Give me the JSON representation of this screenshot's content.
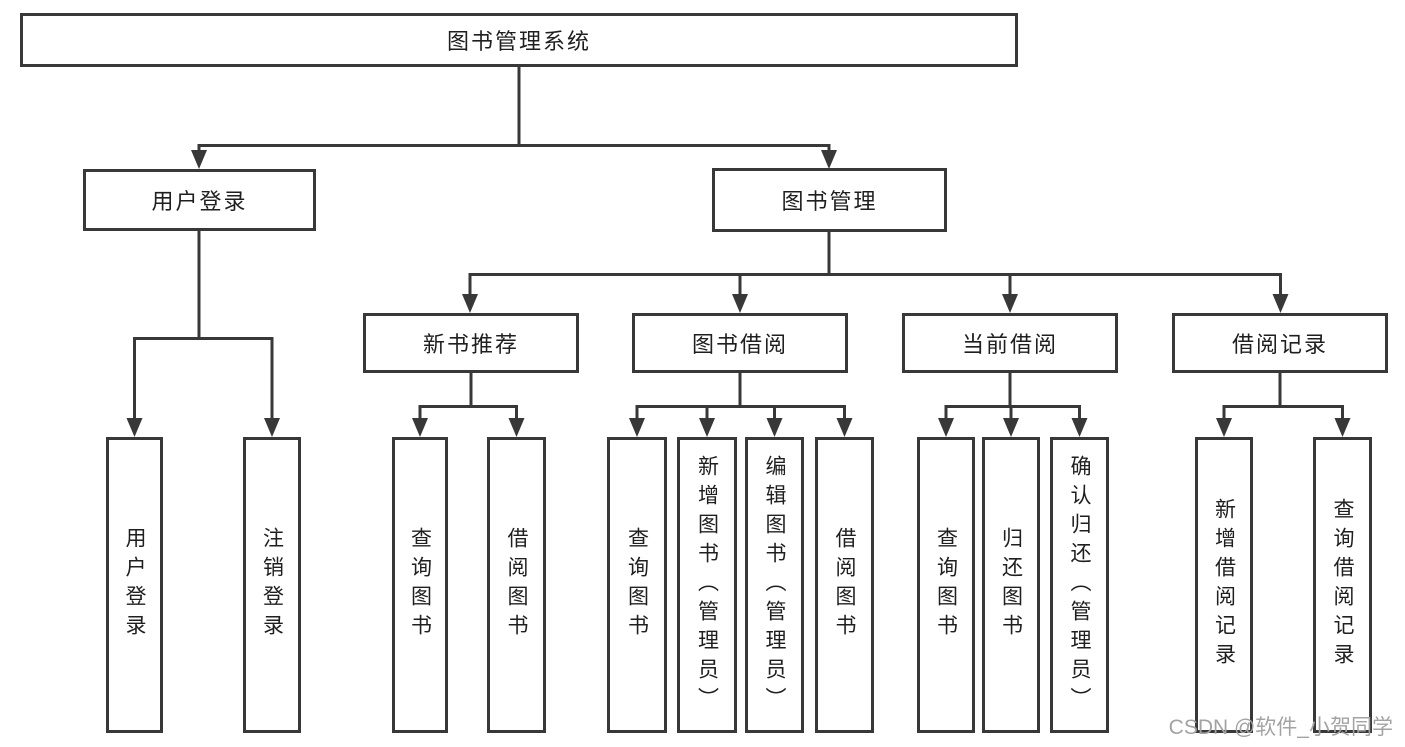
{
  "colors": {
    "line": "#383838",
    "text": "#1f1f1f",
    "watermark": "#a3a3a3",
    "background": "#ffffff"
  },
  "watermark": {
    "text": "CSDN @软件_小贺同学"
  },
  "tree": {
    "root": {
      "label": "图书管理系统"
    },
    "branches": {
      "user_login": {
        "label": "用户登录",
        "children": [
          {
            "label": "用户登录"
          },
          {
            "label": "注销登录"
          }
        ]
      },
      "book_mgmt": {
        "label": "图书管理",
        "sections": {
          "new_books": {
            "label": "新书推荐",
            "children": [
              {
                "label": "查询图书"
              },
              {
                "label": "借阅图书"
              }
            ]
          },
          "borrowing": {
            "label": "图书借阅",
            "children": [
              {
                "label": "查询图书"
              },
              {
                "label": "新增图书（管理员）"
              },
              {
                "label": "编辑图书（管理员）"
              },
              {
                "label": "借阅图书"
              }
            ]
          },
          "current": {
            "label": "当前借阅",
            "children": [
              {
                "label": "查询图书"
              },
              {
                "label": "归还图书"
              },
              {
                "label": "确认归还（管理员）"
              }
            ]
          },
          "records": {
            "label": "借阅记录",
            "children": [
              {
                "label": "新增借阅记录"
              },
              {
                "label": "查询借阅记录"
              }
            ]
          }
        }
      }
    }
  }
}
